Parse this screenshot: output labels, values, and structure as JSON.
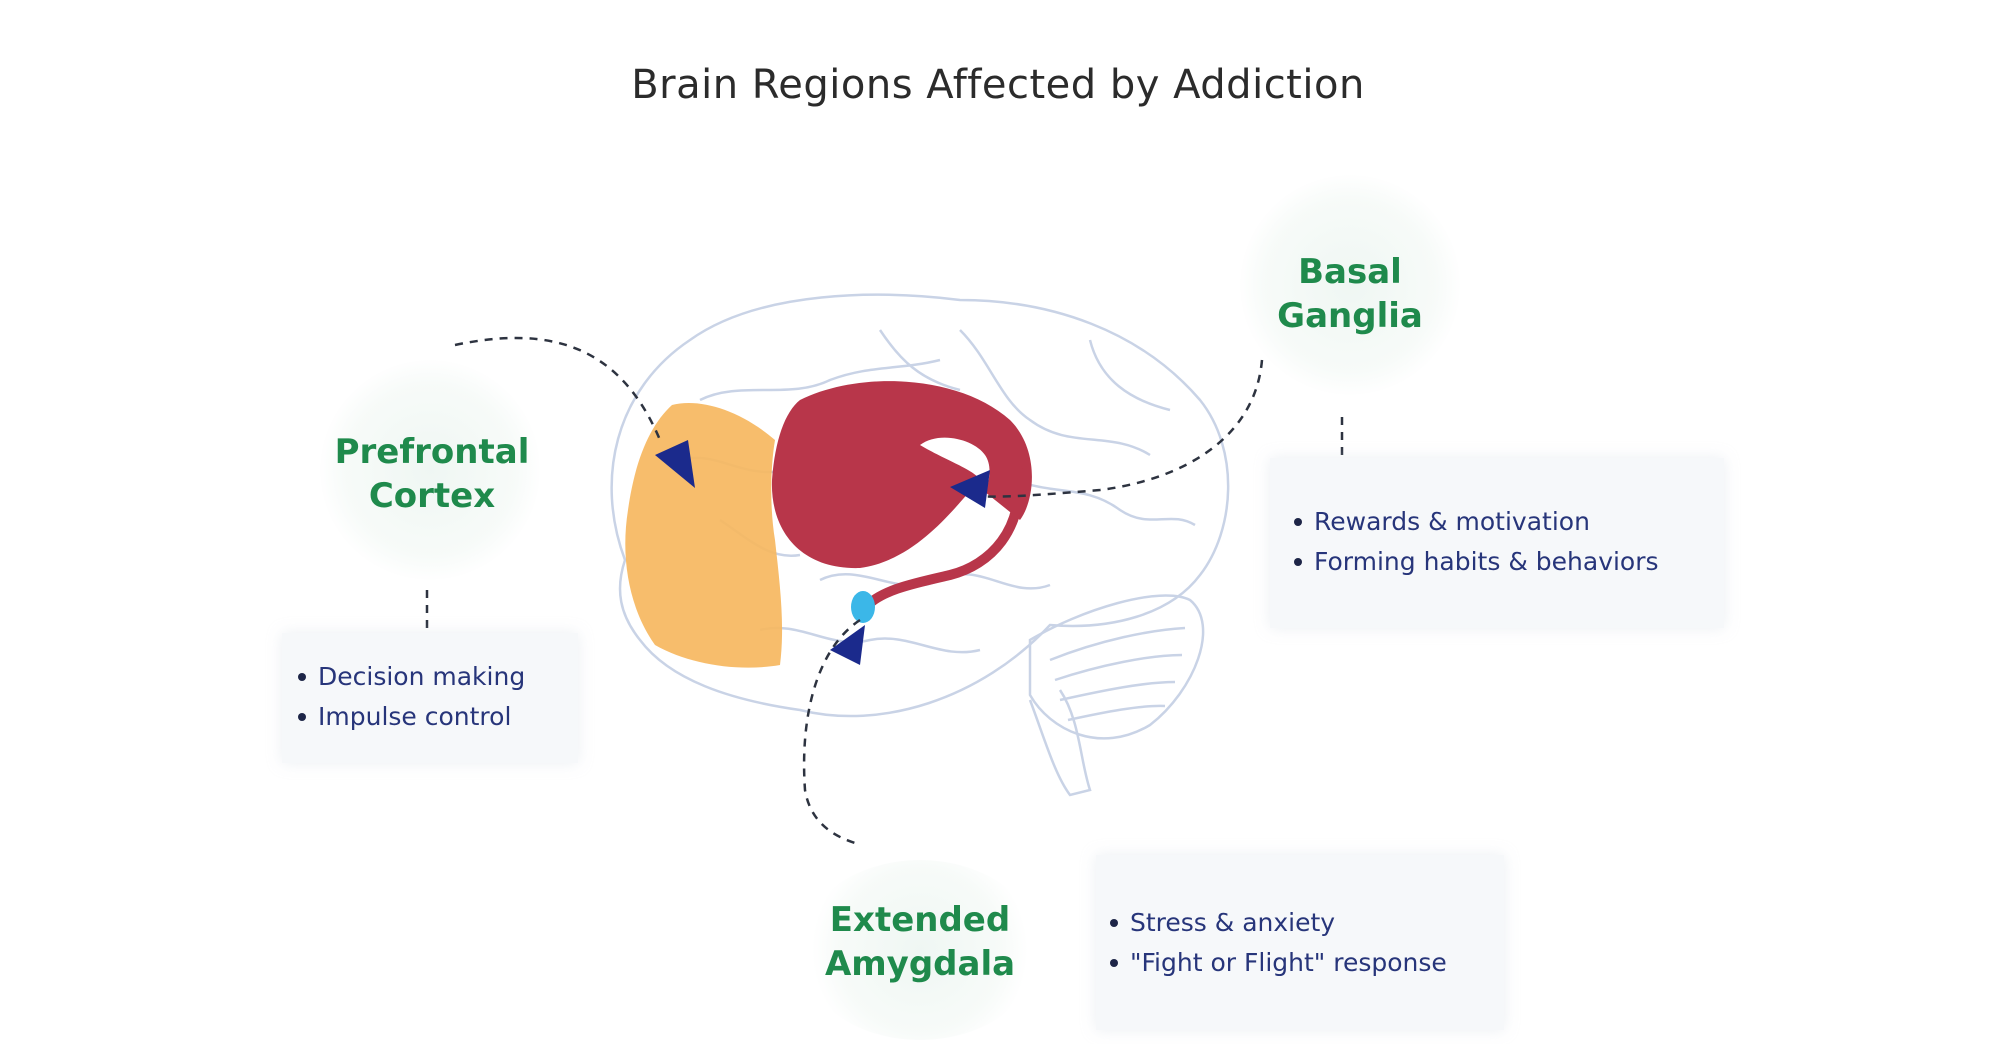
{
  "title": "Brain Regions Affected by Addiction",
  "regions": [
    {
      "id": "prefrontal",
      "name_lines": [
        "Prefrontal",
        "Cortex"
      ],
      "functions": [
        "Decision making",
        "Impulse control"
      ],
      "color": "#f6b75f"
    },
    {
      "id": "basal",
      "name_lines": [
        "Basal",
        "Ganglia"
      ],
      "functions": [
        "Rewards & motivation",
        "Forming habits & behaviors"
      ],
      "color": "#b8364a"
    },
    {
      "id": "amygdala",
      "name_lines": [
        "Extended",
        "Amygdala"
      ],
      "functions": [
        "Stress & anxiety",
        "\"Fight or Flight\" response"
      ],
      "color": "#3bb7e8"
    }
  ],
  "colors": {
    "label_green": "#1f8a4c",
    "bullet_text": "#27357a",
    "arrow_navy": "#1b2a8c",
    "brain_outline": "#c9d3e6"
  }
}
